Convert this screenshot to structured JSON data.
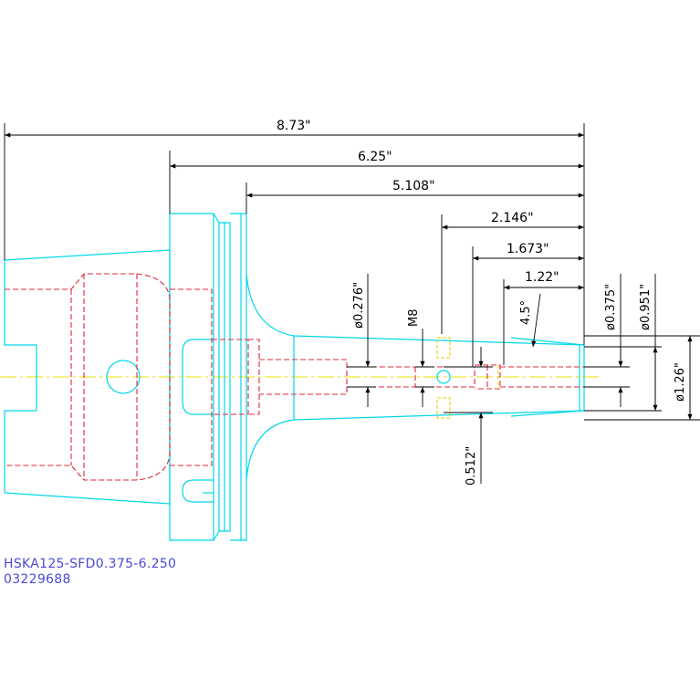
{
  "drawing": {
    "part_number": "HSKA125-SFD0.375-6.250",
    "drawing_number": "03229688",
    "colors": {
      "outline": "#00d7e8",
      "hidden": "#e0283a",
      "centerline": "#e8e000",
      "dimension": "#000000",
      "hidden_yellow": "#e8c800",
      "title_text": "#4a4ad6"
    },
    "dimensions": {
      "overall_length": "8.73\"",
      "gauge_length": "6.25\"",
      "flange_to_end": "5.108\"",
      "bore_depth_1": "2.146\"",
      "bore_depth_2": "1.673\"",
      "bore_depth_3": "1.22\"",
      "coolant_dia": "ø0.276\"",
      "thread": "M8",
      "taper_angle": "4.5°",
      "bore_dia": "ø0.375\"",
      "nose_dia_small": "ø0.951\"",
      "nose_dia_large": "ø1.26\"",
      "screw_offset": "0.512\""
    }
  }
}
